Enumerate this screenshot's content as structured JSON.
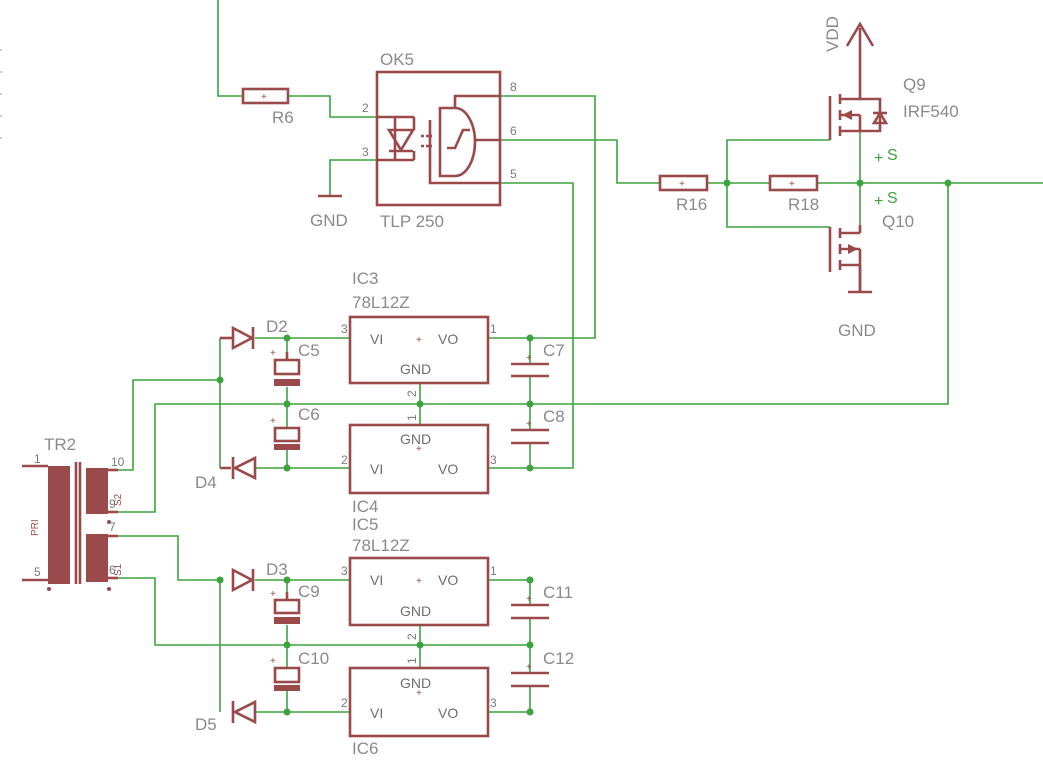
{
  "labels": {
    "ok5": "OK5",
    "tlp": "TLP 250",
    "r6": "R6",
    "r16": "R16",
    "r18": "R18",
    "gnd_top": "GND",
    "gnd_q10": "GND",
    "vdd": "VDD",
    "q9": "Q9",
    "irf540": "IRF540",
    "q10": "Q10",
    "s1": "S",
    "s2": "S",
    "ic3": "IC3",
    "ic3_val": "78L12Z",
    "ic4": "IC4",
    "ic5": "IC5",
    "ic5_val": "78L12Z",
    "ic6": "IC6",
    "d2": "D2",
    "d3": "D3",
    "d4": "D4",
    "d5": "D5",
    "c5": "C5",
    "c6": "C6",
    "c7": "C7",
    "c8": "C8",
    "c9": "C9",
    "c10": "C10",
    "c11": "C11",
    "c12": "C12",
    "tr2": "TR2",
    "pri": "PRI",
    "tr_s1": "S1",
    "tr_s2": "S2"
  },
  "pins": {
    "ok_2": "2",
    "ok_3": "3",
    "ok_8": "8",
    "ok_6": "6",
    "ok_5": "5",
    "ic3_3": "3",
    "ic3_1": "1",
    "ic3_2": "2",
    "ic4_1": "1",
    "ic4_2": "2",
    "ic4_3": "3",
    "ic5_3": "3",
    "ic5_1": "1",
    "ic5_2": "2",
    "ic6_1": "1",
    "ic6_2": "2",
    "ic6_3": "3",
    "tr_1": "1",
    "tr_5": "5",
    "tr_10": "10",
    "tr_9": "9",
    "tr_7": "7",
    "tr_6": "6"
  },
  "reg_pins": {
    "vi": "VI",
    "vo": "VO",
    "gnd": "GND"
  },
  "colors": {
    "wire": "#3da33d",
    "symbol": "#9a4a4a",
    "text": "#8a8a8a"
  }
}
